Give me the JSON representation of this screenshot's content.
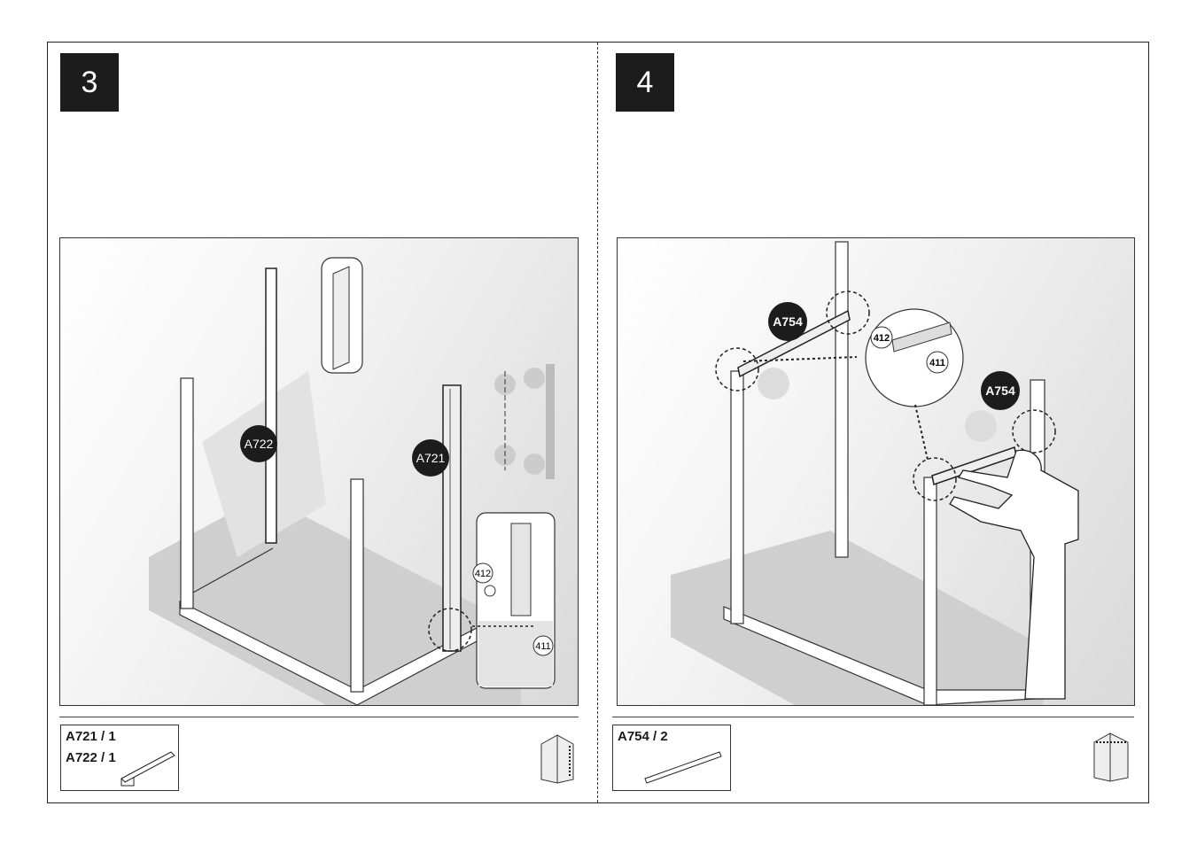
{
  "steps": [
    {
      "number": "3",
      "callouts": {
        "part_a": "A722",
        "part_b": "A721",
        "screw_a": "412",
        "screw_b": "411"
      },
      "parts_list": [
        "A721 / 1",
        "A722 / 1"
      ]
    },
    {
      "number": "4",
      "callouts": {
        "part_a": "A754",
        "part_b": "A754",
        "screw_a": "412",
        "screw_b": "411"
      },
      "parts_list": [
        "A754 / 2"
      ]
    }
  ],
  "icons": {
    "shed_small": "greenhouse-icon",
    "fastener": "screw-icon"
  },
  "colors": {
    "ink": "#1c1c1c",
    "panel_shade": "#d9d9d9",
    "paper": "#ffffff"
  }
}
